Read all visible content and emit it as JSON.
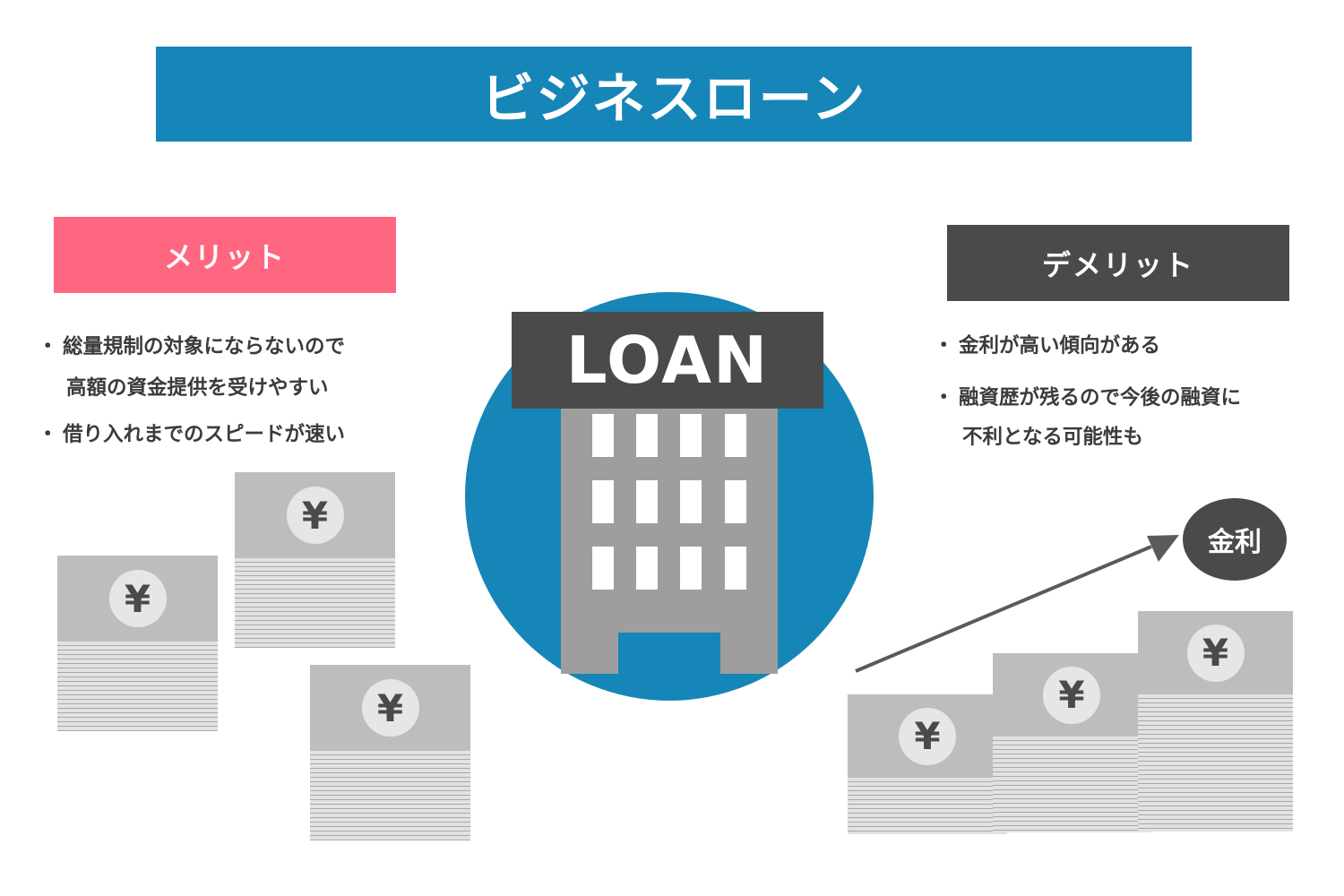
{
  "title": "ビジネスローン",
  "merit": {
    "label": "メリット",
    "items": [
      [
        "総量規制の対象にならないので",
        "高額の資金提供を受けやすい"
      ],
      [
        "借り入れまでのスピードが速い"
      ]
    ]
  },
  "demerit": {
    "label": "デメリット",
    "items": [
      [
        "金利が高い傾向がある"
      ],
      [
        "融資歴が残るので今後の融資に",
        "不利となる可能性も"
      ]
    ]
  },
  "center": {
    "sign": "LOAN"
  },
  "bills": {
    "symbol": "¥"
  },
  "rate_bubble": "金利",
  "icons": {
    "building": "office-building-icon",
    "bill": "yen-banknote-stack-icon",
    "arrow": "rising-arrow-icon"
  },
  "colors": {
    "title_bg": "#1685b7",
    "merit_bg": "#ff6680",
    "demerit_bg": "#4a4a4a",
    "circle": "#1685b7",
    "building": "#9e9e9e"
  }
}
